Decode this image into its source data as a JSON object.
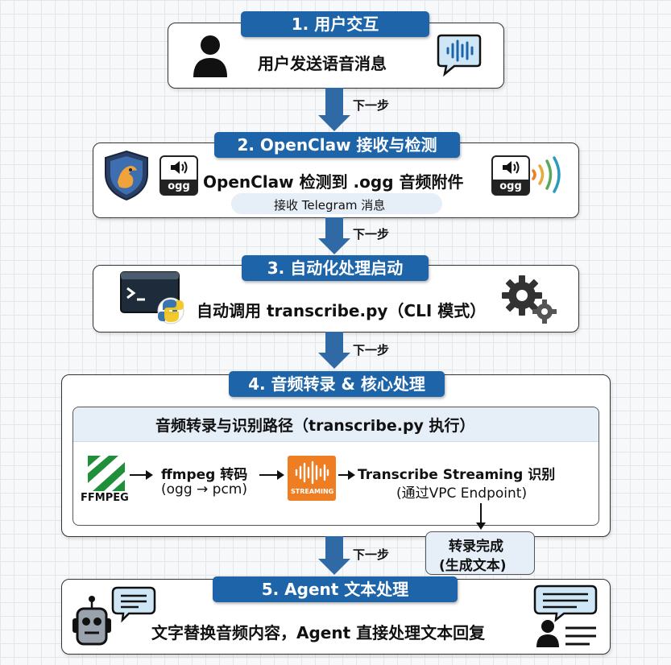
{
  "steps": {
    "s1": {
      "banner": "1. 用户交互",
      "text": "用户发送语音消息",
      "icons": [
        "user-icon",
        "voice-message-icon"
      ]
    },
    "s2": {
      "banner": "2. OpenClaw 接收与检测",
      "text": "OpenClaw 检测到 .ogg 音频附件",
      "pill": "接收 Telegram 消息",
      "ogg_label": "ogg",
      "icons": [
        "shield-icon",
        "ogg-file-icon",
        "audio-wave-icon"
      ]
    },
    "s3": {
      "banner": "3. 自动化处理启动",
      "text": "自动调用 transcribe.py（CLI 模式）",
      "icons": [
        "terminal-python-icon",
        "gears-icon"
      ]
    },
    "s4": {
      "banner": "4. 音频转录 & 核心处理",
      "panel_title": "音频转录与识别路径（transcribe.py 执行）",
      "ffmpeg_logo": "FFMPEG",
      "ffmpeg_line1": "ffmpeg 转码",
      "ffmpeg_line2": "(ogg → pcm)",
      "streaming_logo": "STREAMING",
      "transcribe_line1": "Transcribe Streaming 识别",
      "transcribe_line2": "(通过VPC Endpoint)",
      "done_line1": "转录完成",
      "done_line2": "(生成文本)"
    },
    "s5": {
      "banner": "5. Agent 文本处理",
      "text": "文字替换音频内容，Agent 直接处理文本回复",
      "icons": [
        "robot-chat-icon",
        "user-reply-icon"
      ]
    }
  },
  "next_label": "下一步",
  "colors": {
    "banner": "#1e64a8",
    "arrow": "#2f6aa6",
    "ffmpeg_green": "#1f8f3a",
    "streaming_orange": "#ef7d22"
  }
}
